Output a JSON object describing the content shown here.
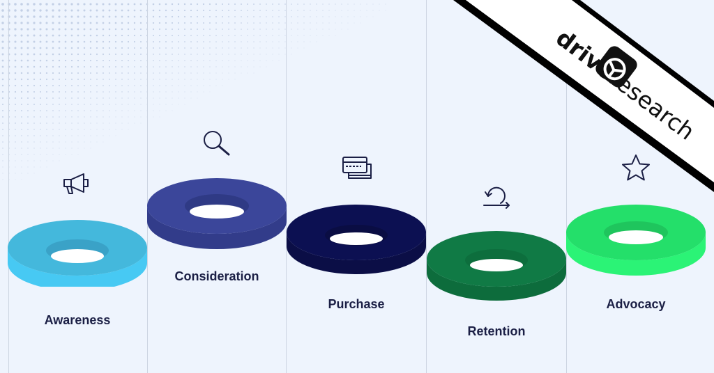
{
  "stages": [
    {
      "label": "Awareness",
      "icon": "megaphone-icon",
      "top_color": "#44b8dc",
      "side_color": "#47c9f3",
      "hole_color": "#3aa2c7"
    },
    {
      "label": "Consideration",
      "icon": "magnifier-icon",
      "top_color": "#3b469a",
      "side_color": "#323c8a",
      "hole_color": "#2f3a85"
    },
    {
      "label": "Purchase",
      "icon": "credit-card-icon",
      "top_color": "#0c1052",
      "side_color": "#0b0e46",
      "hole_color": "#0a0d43"
    },
    {
      "label": "Retention",
      "icon": "refresh-icon",
      "top_color": "#107a45",
      "side_color": "#0d6c3c",
      "hole_color": "#0d6e3d"
    },
    {
      "label": "Advocacy",
      "icon": "star-icon",
      "top_color": "#24df6a",
      "side_color": "#2bf376",
      "hole_color": "#1fc55d"
    }
  ],
  "brand": {
    "part1": "drive",
    "part2": "research"
  }
}
